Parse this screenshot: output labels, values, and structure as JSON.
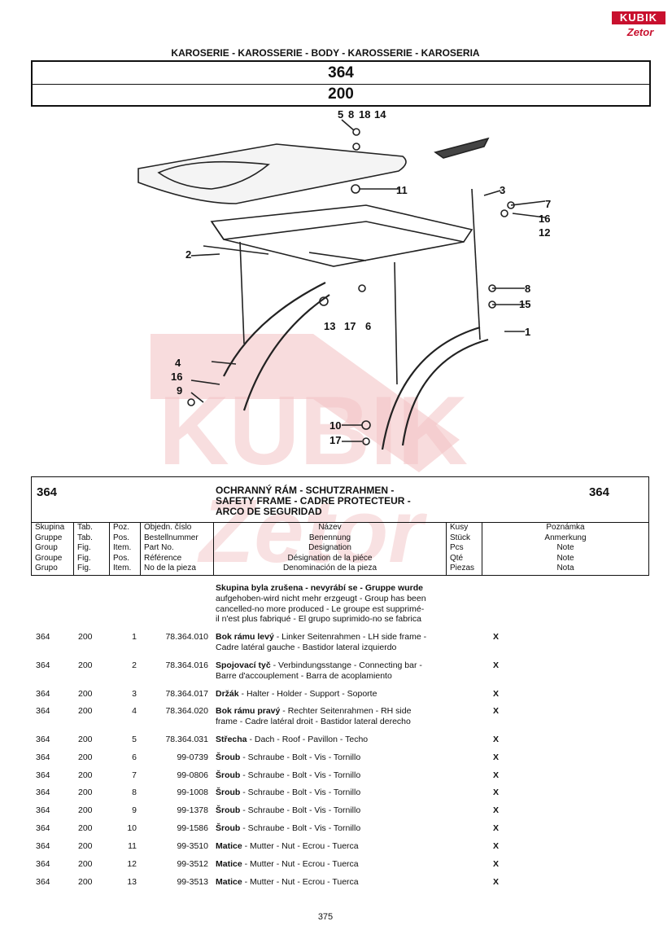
{
  "brand": {
    "top": "KUBIK",
    "bottom": "Zetor"
  },
  "section_title": "KAROSERIE - KAROSSERIE - BODY - KAROSSERIE - KAROSERIA",
  "group_code": "364",
  "table_code": "200",
  "callouts": [
    "5",
    "8",
    "18",
    "14",
    "11",
    "3",
    "7",
    "16",
    "12",
    "2",
    "8",
    "15",
    "1",
    "13",
    "17",
    "6",
    "4",
    "16",
    "9",
    "10",
    "17"
  ],
  "header": {
    "code_left": "364",
    "code_right": "364",
    "title_lines": [
      "OCHRANNÝ RÁM  - SCHUTZRAHMEN -",
      "SAFETY FRAME - CADRE PROTECTEUR -",
      "ARCO DE SEGURIDAD"
    ],
    "columns": [
      {
        "lines": [
          "Skupina",
          "Gruppe",
          "Group",
          "Groupe",
          "Grupo"
        ]
      },
      {
        "lines": [
          "Tab.",
          "Tab.",
          "Fig.",
          "Fig.",
          "Fig."
        ]
      },
      {
        "lines": [
          "Poz.",
          "Pos.",
          "Item.",
          "Pos.",
          "Item."
        ]
      },
      {
        "lines": [
          "Objedn. číslo",
          "Bestellnummer",
          "Part No.",
          "Référence",
          "No de la pieza"
        ]
      },
      {
        "lines": [
          "Název",
          "Benennung",
          "Designation",
          "Désignation de la piéce",
          "Denominación de la pieza"
        ]
      },
      {
        "lines": [
          "Kusy",
          "Stück",
          "Pcs",
          "Qté",
          "Piezas"
        ]
      },
      {
        "lines": [
          "Poznámka",
          "Anmerkung",
          "Note",
          "Note",
          "Nota"
        ]
      }
    ]
  },
  "note_lines": [
    "Skupina byla zrušena - nevyrábí se - Gruppe wurde",
    "aufgehoben-wird nicht mehr erzgeugt - Group has been",
    "cancelled-no more produced - Le groupe est supprimé-",
    "il n'est plus fabriqué - El grupo suprimido-no se fabrica"
  ],
  "rows": [
    {
      "group": "364",
      "tab": "200",
      "pos": "1",
      "part": "78.364.010",
      "bold": "Bok rámu levý",
      "desc": " - Linker Seitenrahmen - LH side frame -",
      "desc2": "Cadre latéral gauche - Bastidor lateral izquierdo",
      "qty": "X"
    },
    {
      "group": "364",
      "tab": "200",
      "pos": "2",
      "part": "78.364.016",
      "bold": "Spojovací tyč",
      "desc": " - Verbindungsstange - Connecting bar -",
      "desc2": "Barre d'accouplement - Barra de acoplamiento",
      "qty": "X"
    },
    {
      "group": "364",
      "tab": "200",
      "pos": "3",
      "part": "78.364.017",
      "bold": "Držák",
      "desc": " - Halter - Holder - Support - Soporte",
      "desc2": "",
      "qty": "X"
    },
    {
      "group": "364",
      "tab": "200",
      "pos": "4",
      "part": "78.364.020",
      "bold": "Bok rámu pravý",
      "desc": " - Rechter Seitenrahmen - RH side",
      "desc2": "frame - Cadre latéral droit - Bastidor lateral derecho",
      "qty": "X"
    },
    {
      "group": "364",
      "tab": "200",
      "pos": "5",
      "part": "78.364.031",
      "bold": "Střecha",
      "desc": " - Dach - Roof - Pavillon - Techo",
      "desc2": "",
      "qty": "X"
    },
    {
      "group": "364",
      "tab": "200",
      "pos": "6",
      "part": "99-0739",
      "bold": "Šroub",
      "desc": " - Schraube - Bolt - Vis - Tornillo",
      "desc2": "",
      "qty": "X"
    },
    {
      "group": "364",
      "tab": "200",
      "pos": "7",
      "part": "99-0806",
      "bold": "Šroub",
      "desc": " - Schraube - Bolt - Vis - Tornillo",
      "desc2": "",
      "qty": "X"
    },
    {
      "group": "364",
      "tab": "200",
      "pos": "8",
      "part": "99-1008",
      "bold": "Šroub",
      "desc": " - Schraube - Bolt - Vis - Tornillo",
      "desc2": "",
      "qty": "X"
    },
    {
      "group": "364",
      "tab": "200",
      "pos": "9",
      "part": "99-1378",
      "bold": "Šroub",
      "desc": " - Schraube - Bolt - Vis - Tornillo",
      "desc2": "",
      "qty": "X"
    },
    {
      "group": "364",
      "tab": "200",
      "pos": "10",
      "part": "99-1586",
      "bold": "Šroub",
      "desc": " - Schraube - Bolt - Vis - Tornillo",
      "desc2": "",
      "qty": "X"
    },
    {
      "group": "364",
      "tab": "200",
      "pos": "11",
      "part": "99-3510",
      "bold": "Matice",
      "desc": " - Mutter - Nut - Ecrou - Tuerca",
      "desc2": "",
      "qty": "X"
    },
    {
      "group": "364",
      "tab": "200",
      "pos": "12",
      "part": "99-3512",
      "bold": "Matice",
      "desc": " - Mutter - Nut - Ecrou - Tuerca",
      "desc2": "",
      "qty": "X"
    },
    {
      "group": "364",
      "tab": "200",
      "pos": "13",
      "part": "99-3513",
      "bold": "Matice",
      "desc": " - Mutter - Nut - Ecrou - Tuerca",
      "desc2": "",
      "qty": "X"
    }
  ],
  "page_number": "375",
  "colors": {
    "brand_red": "#c8102e",
    "watermark": "#f6d2d4"
  }
}
